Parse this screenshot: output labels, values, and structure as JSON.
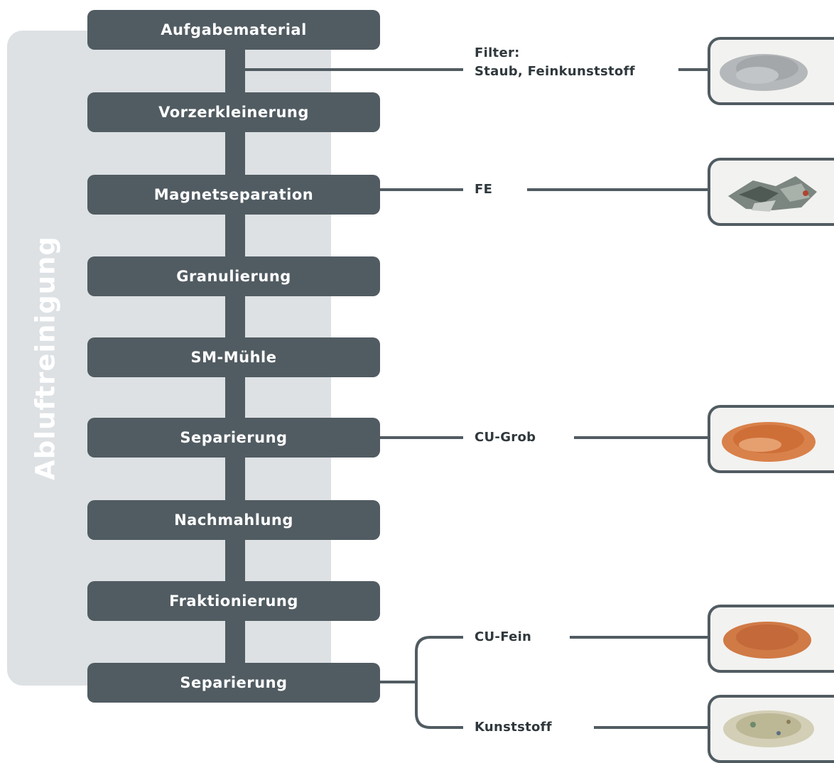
{
  "side_label": "Abluftreinigung",
  "steps": [
    {
      "label": "Aufgabematerial"
    },
    {
      "label": "Vorzerkleinerung"
    },
    {
      "label": "Magnetseparation"
    },
    {
      "label": "Granulierung"
    },
    {
      "label": "SM-Mühle"
    },
    {
      "label": "Separierung"
    },
    {
      "label": "Nachmahlung"
    },
    {
      "label": "Fraktionierung"
    },
    {
      "label": "Separierung"
    }
  ],
  "outputs": {
    "filter": {
      "line1": "Filter:",
      "line2": "Staub, Feinkunststoff",
      "image": "dust-photo"
    },
    "fe": {
      "label": "FE",
      "image": "scrap-metal-photo"
    },
    "cu_grob": {
      "label": "CU-Grob",
      "image": "copper-coarse-photo"
    },
    "cu_fein": {
      "label": "CU-Fein",
      "image": "copper-fine-photo"
    },
    "kunststoff": {
      "label": "Kunststoff",
      "image": "plastic-granulate-photo"
    }
  },
  "colors": {
    "node": "#515c62",
    "panel": "#dde1e4",
    "text": "#2f383c"
  }
}
